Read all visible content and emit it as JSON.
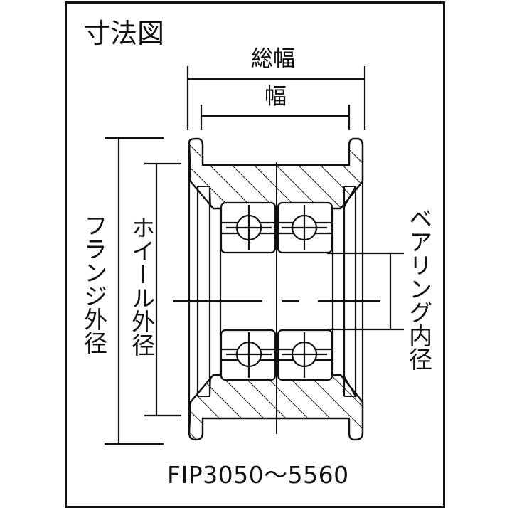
{
  "diagram": {
    "title": "寸法図",
    "labels": {
      "overall_width": "総幅",
      "width": "幅",
      "flange_outer_diameter": "フランジ外径",
      "wheel_outer_diameter": "ホイール外径",
      "bearing_inner_diameter": "ベアリング内径"
    },
    "model_range": "FIP3050～5560",
    "line_color": "#111111",
    "background": "#ffffff"
  }
}
